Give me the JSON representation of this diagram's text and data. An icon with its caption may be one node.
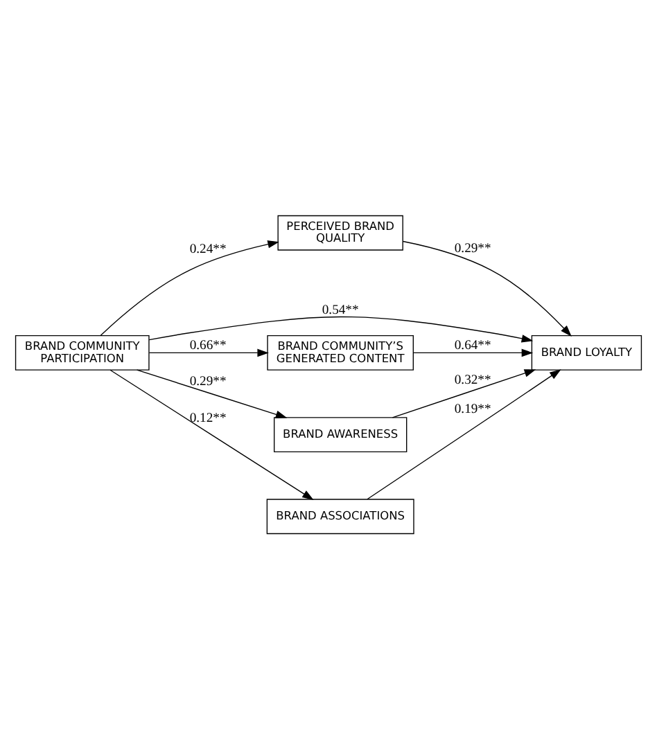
{
  "diagram": {
    "nodes": [
      {
        "text": [
          "PERCEIVED BRAND QUALITY"
        ]
      },
      {
        "text": [
          "BRAND COMMUNITY PARTICIPATION"
        ]
      },
      {
        "text": [
          "BRAND LOYALTY"
        ]
      },
      {
        "text": [
          "BRAND COMMUNITY’S GENERATED CONTENT"
        ]
      },
      {
        "text": [
          "BRAND AWARENESS"
        ]
      },
      {
        "text": [
          "BRAND ASSOCIATIONS"
        ]
      }
    ],
    "edges": [
      {
        "from": 1,
        "to": 0,
        "arrow": "to",
        "label": "0.24**"
      },
      {
        "from": 0,
        "to": 2,
        "arrow": "to",
        "label": "0.29**"
      },
      {
        "from": 1,
        "to": 2,
        "arrow": "to",
        "label": "0.54**"
      },
      {
        "from": 1,
        "to": 3,
        "arrow": "to",
        "label": "0.66**"
      },
      {
        "from": 3,
        "to": 2,
        "arrow": "to",
        "label": "0.64**"
      },
      {
        "from": 1,
        "to": 4,
        "arrow": "to",
        "label": "0.29**"
      },
      {
        "from": 4,
        "to": 2,
        "arrow": "to",
        "label": "0.32**"
      },
      {
        "from": 1,
        "to": 5,
        "arrow": "to",
        "label": "0.12**"
      },
      {
        "from": 5,
        "to": 2,
        "arrow": "to",
        "label": "0.19**"
      }
    ]
  }
}
